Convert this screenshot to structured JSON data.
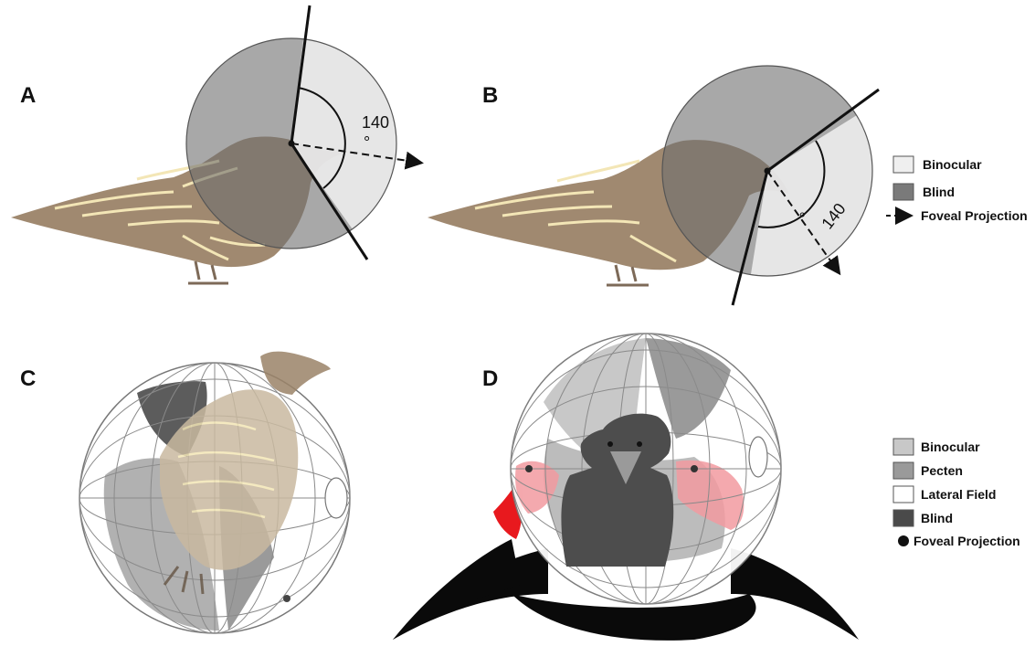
{
  "panels": {
    "a": {
      "letter": "A",
      "angle_label": "140",
      "degree_symbol": "°"
    },
    "b": {
      "letter": "B",
      "angle_label": "140",
      "degree_symbol": "°"
    },
    "c": {
      "letter": "C"
    },
    "d": {
      "letter": "D"
    }
  },
  "legend_top": {
    "items": [
      {
        "label": "Binocular",
        "swatch": "#efefef"
      },
      {
        "label": "Blind",
        "swatch": "#7a7a7a"
      },
      {
        "label": "Foveal Projection",
        "swatch": "dashed-arrow"
      }
    ]
  },
  "legend_bottom": {
    "items": [
      {
        "label": "Binocular",
        "swatch": "#c8c8c8"
      },
      {
        "label": "Pecten",
        "swatch": "#9a9a9a"
      },
      {
        "label": "Lateral Field",
        "swatch": "#ffffff"
      },
      {
        "label": "Blind",
        "swatch": "#4a4a4a"
      },
      {
        "label": "Foveal Projection",
        "swatch": "dot"
      }
    ]
  },
  "colors": {
    "bird_brown": "#9b8368",
    "bird_stripe": "#f3e6b6",
    "blind_grey": "#6e6e6e",
    "binocular_light": "#ececec",
    "wing_black": "#0a0a0a",
    "epaulet_red": "#e8191e",
    "pink_overlay": "#f29aa0"
  }
}
